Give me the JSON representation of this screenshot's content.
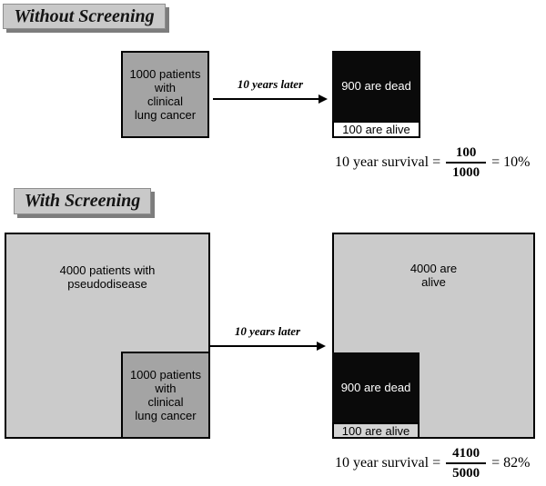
{
  "colors": {
    "background": "#ffffff",
    "title_plaque_bg": "#c9c9c9",
    "title_plaque_shadow": "#7d7d7d",
    "patients_box_gray": "#a4a4a4",
    "population_box_gray": "#cbcbcb",
    "dead_box_black": "#0a0a0a",
    "alive_strip_white": "#ffffff",
    "alive_strip_gray": "#d4d4d4",
    "border": "#000000"
  },
  "without_screening": {
    "title": "Without Screening",
    "patients_box": {
      "label": "1000 patients\nwith\nclinical\nlung cancer"
    },
    "arrow_label": "10 years later",
    "outcome_box": {
      "dead_label": "900 are dead",
      "alive_label": "100 are alive"
    },
    "formula": {
      "label": "10 year survival =",
      "numerator": "100",
      "denominator": "1000",
      "result": "= 10%"
    }
  },
  "with_screening": {
    "title": "With Screening",
    "pseudodisease_box": {
      "label": "4000 patients with\npseudodisease"
    },
    "patients_box": {
      "label": "1000 patients\nwith\nclinical\nlung cancer"
    },
    "arrow_label": "10 years later",
    "alive_box": {
      "label": "4000 are\nalive"
    },
    "outcome_box": {
      "dead_label": "900 are dead",
      "alive_label": "100 are alive"
    },
    "formula": {
      "label": "10 year survival =",
      "numerator": "4100",
      "denominator": "5000",
      "result": "= 82%"
    }
  }
}
